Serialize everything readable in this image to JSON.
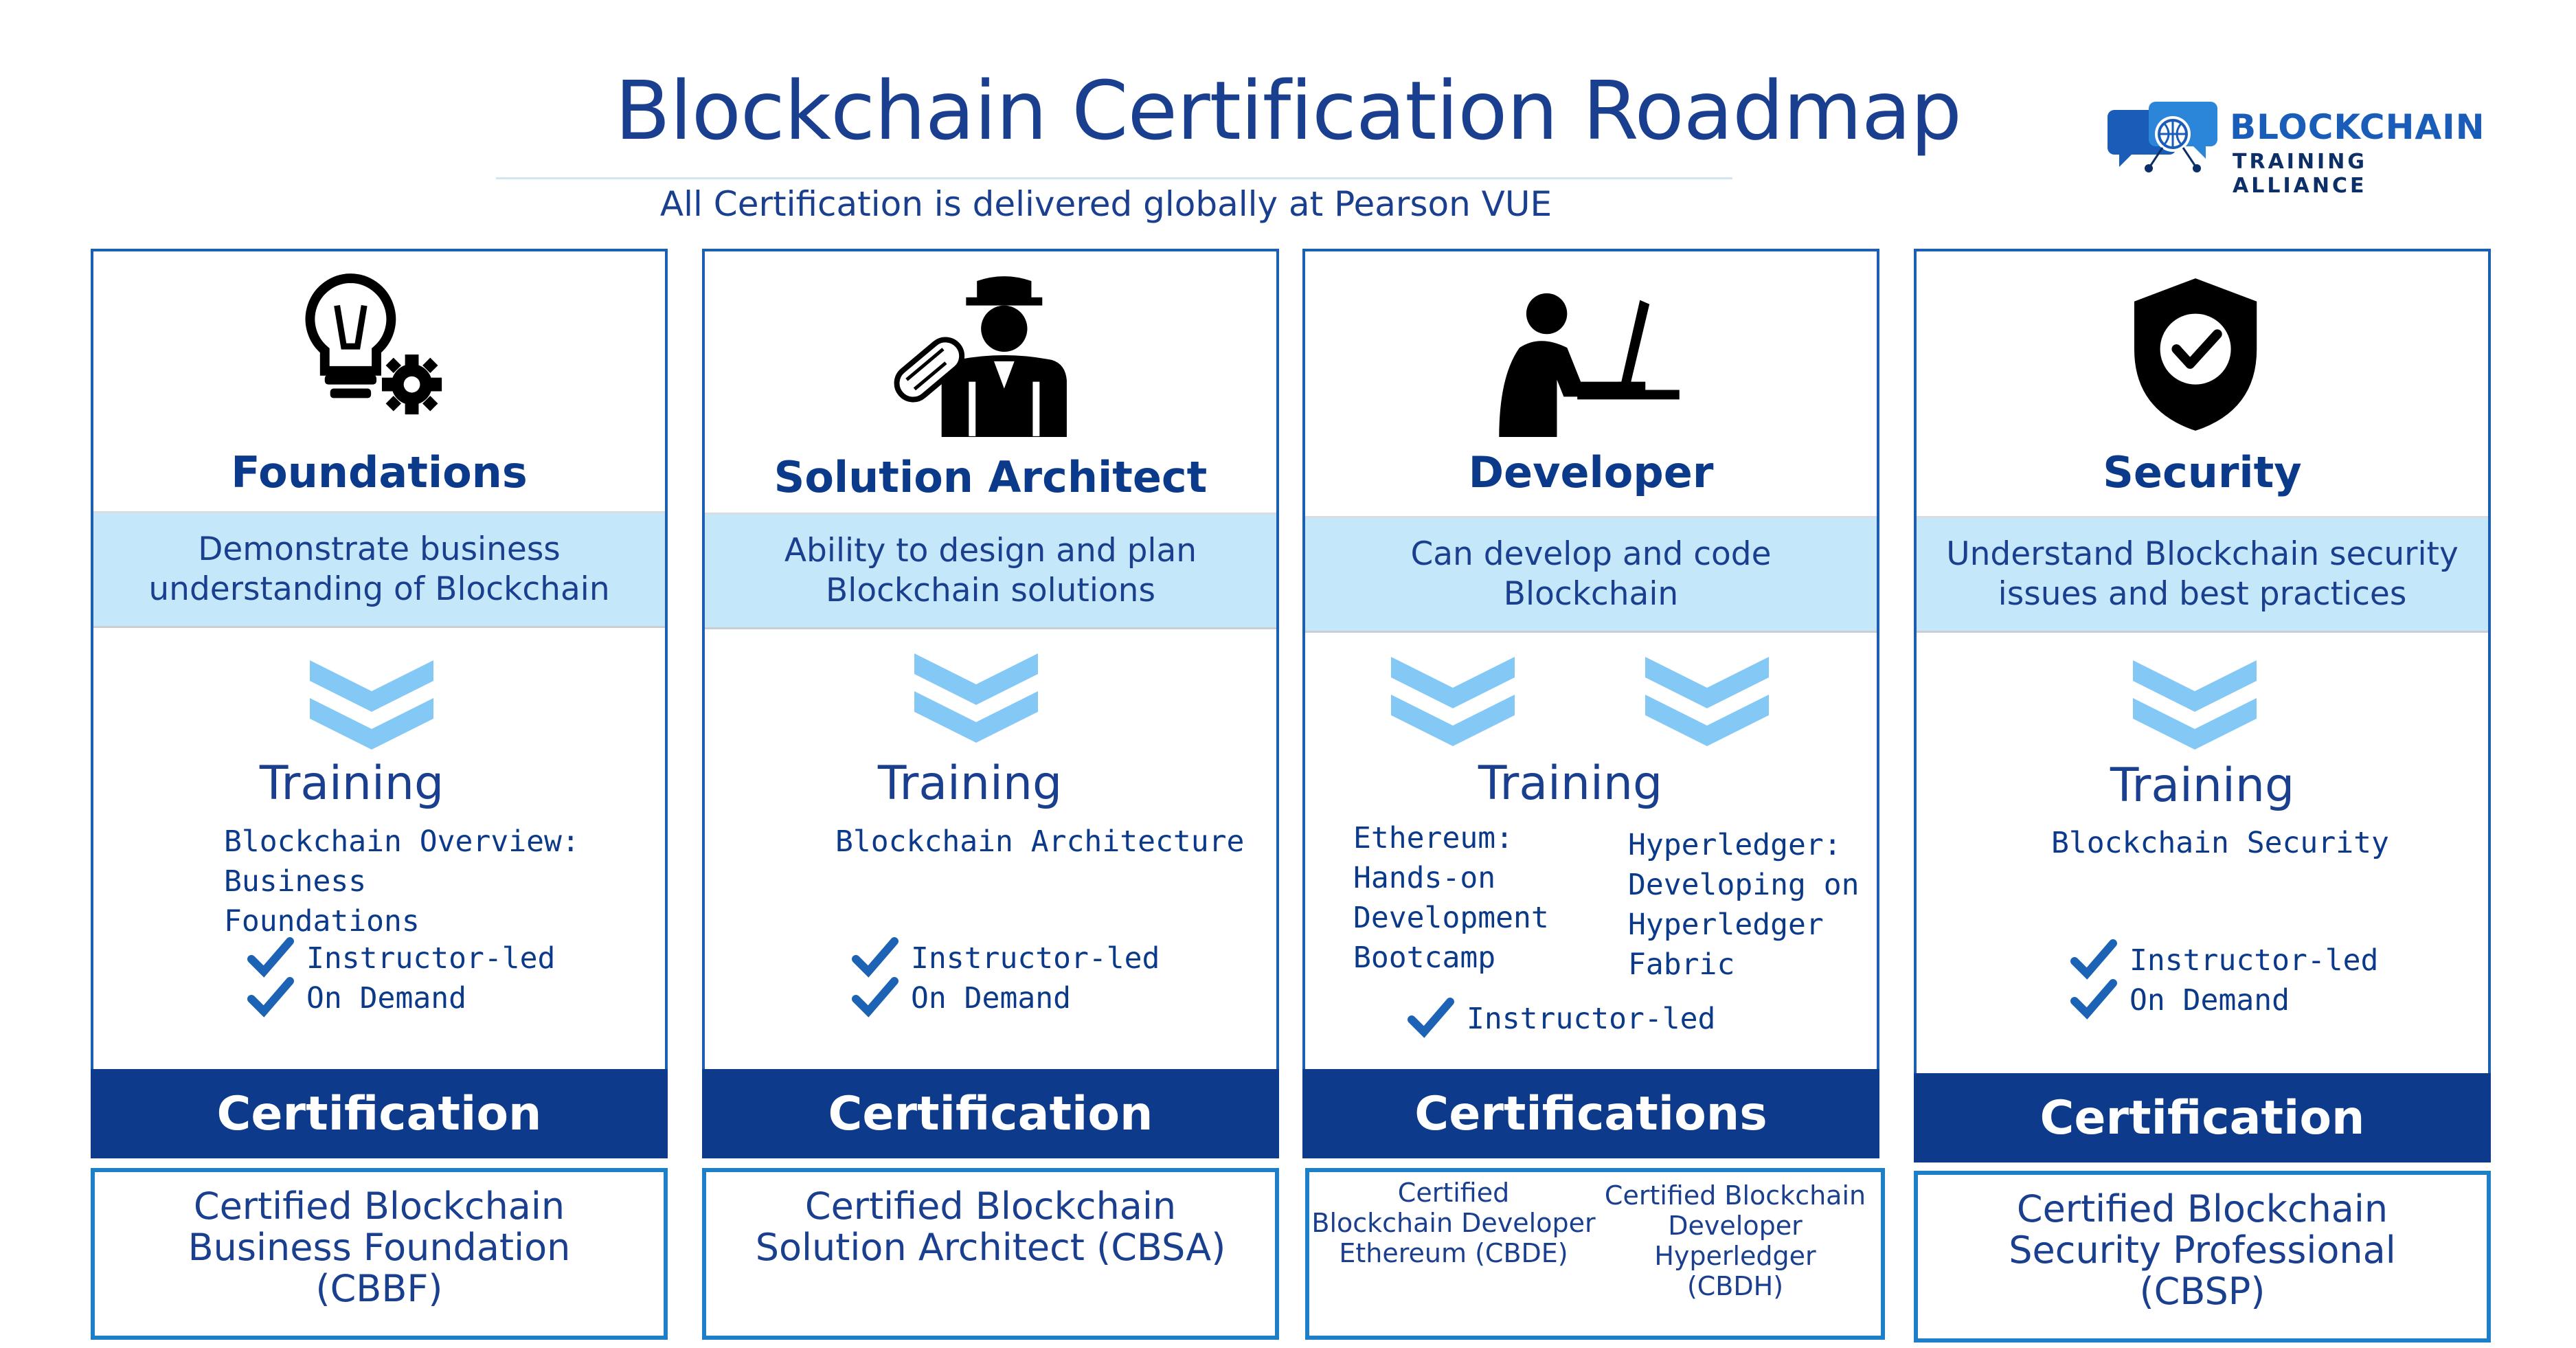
{
  "header": {
    "title": "Blockchain Certification Roadmap",
    "subtitle": "All Certification is delivered globally at Pearson VUE"
  },
  "logo": {
    "name": "BLOCKCHAIN",
    "tagline": "TRAINING ALLIANCE"
  },
  "colors": {
    "dark_blue": "#0d3a8a",
    "light_band": "#c5e7fa",
    "chevron": "#84c8f5",
    "border": "#1c5fb0"
  },
  "columns": [
    {
      "icon": "lightbulb-gear-icon",
      "name": "Foundations",
      "description": [
        "Demonstrate business",
        "understanding of Blockchain"
      ],
      "training_label": "Training",
      "course": [
        "Blockchain Overview: Business",
        "Foundations"
      ],
      "delivery": [
        "Instructor-led",
        "On Demand"
      ],
      "cert_label": "Certification",
      "certification": [
        "Certified Blockchain",
        "Business Foundation",
        "(CBBF)"
      ]
    },
    {
      "icon": "engineer-blueprint-icon",
      "name": "Solution Architect",
      "description": [
        "Ability to design and plan",
        "Blockchain solutions"
      ],
      "training_label": "Training",
      "course": [
        "Blockchain Architecture"
      ],
      "delivery": [
        "Instructor-led",
        "On Demand"
      ],
      "cert_label": "Certification",
      "certification": [
        "Certified Blockchain",
        "Solution Architect  (CBSA)"
      ]
    },
    {
      "icon": "developer-computer-icon",
      "name": "Developer",
      "description": [
        "Can develop and code",
        "Blockchain"
      ],
      "training_label": "Training",
      "course_a": [
        "Ethereum:",
        "Hands-on",
        "Development",
        "Bootcamp"
      ],
      "course_b": [
        "Hyperledger:",
        "Developing on",
        "Hyperledger Fabric"
      ],
      "delivery": [
        "Instructor-led"
      ],
      "cert_label": "Certifications",
      "certification_a": [
        "Certified",
        "Blockchain Developer",
        "Ethereum (CBDE)"
      ],
      "certification_b": [
        "Certified Blockchain",
        "Developer Hyperledger",
        "(CBDH)"
      ]
    },
    {
      "icon": "shield-check-icon",
      "name": "Security",
      "description": [
        "Understand Blockchain security",
        "issues and best practices"
      ],
      "training_label": "Training",
      "course": [
        "Blockchain Security"
      ],
      "delivery": [
        "Instructor-led",
        "On Demand"
      ],
      "cert_label": "Certification",
      "certification": [
        "Certified Blockchain",
        "Security Professional",
        "(CBSP)"
      ]
    }
  ]
}
